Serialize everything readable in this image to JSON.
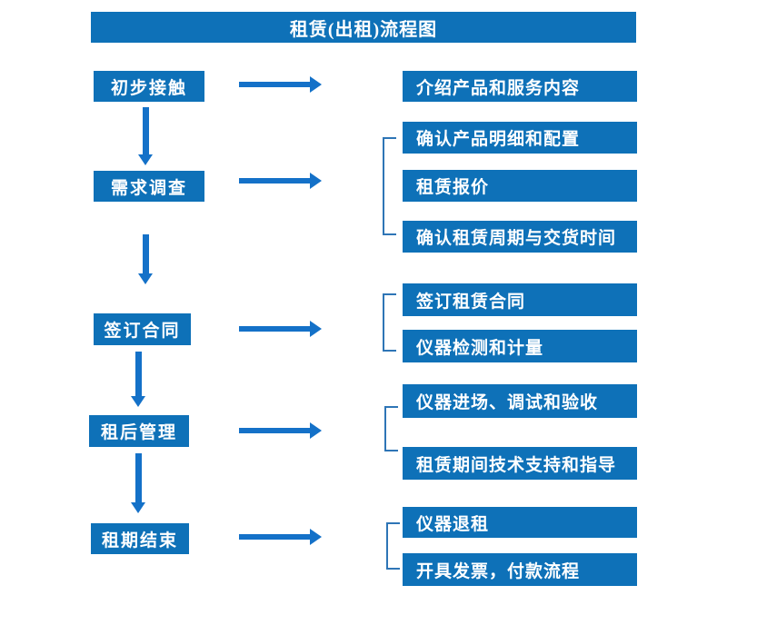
{
  "title": "租赁(出租)流程图",
  "colors": {
    "box-blue": "#0E71B8",
    "arrow-blue": "#1471C8",
    "bracket-blue": "#2E75B6",
    "text-white": "#FFFFFF",
    "background": "#FFFFFF"
  },
  "groups": [
    {
      "step": "初步接触",
      "details": [
        "介绍产品和服务内容"
      ]
    },
    {
      "step": "需求调查",
      "details": [
        "确认产品明细和配置",
        "租赁报价",
        "确认租赁周期与交货时间"
      ]
    },
    {
      "step": "签订合同",
      "details": [
        "签订租赁合同",
        "仪器检测和计量"
      ]
    },
    {
      "step": "租后管理",
      "details": [
        "仪器进场、调试和验收",
        "租赁期间技术支持和指导"
      ]
    },
    {
      "step": "租期结束",
      "details": [
        "仪器退租",
        "开具发票，付款流程"
      ]
    }
  ]
}
